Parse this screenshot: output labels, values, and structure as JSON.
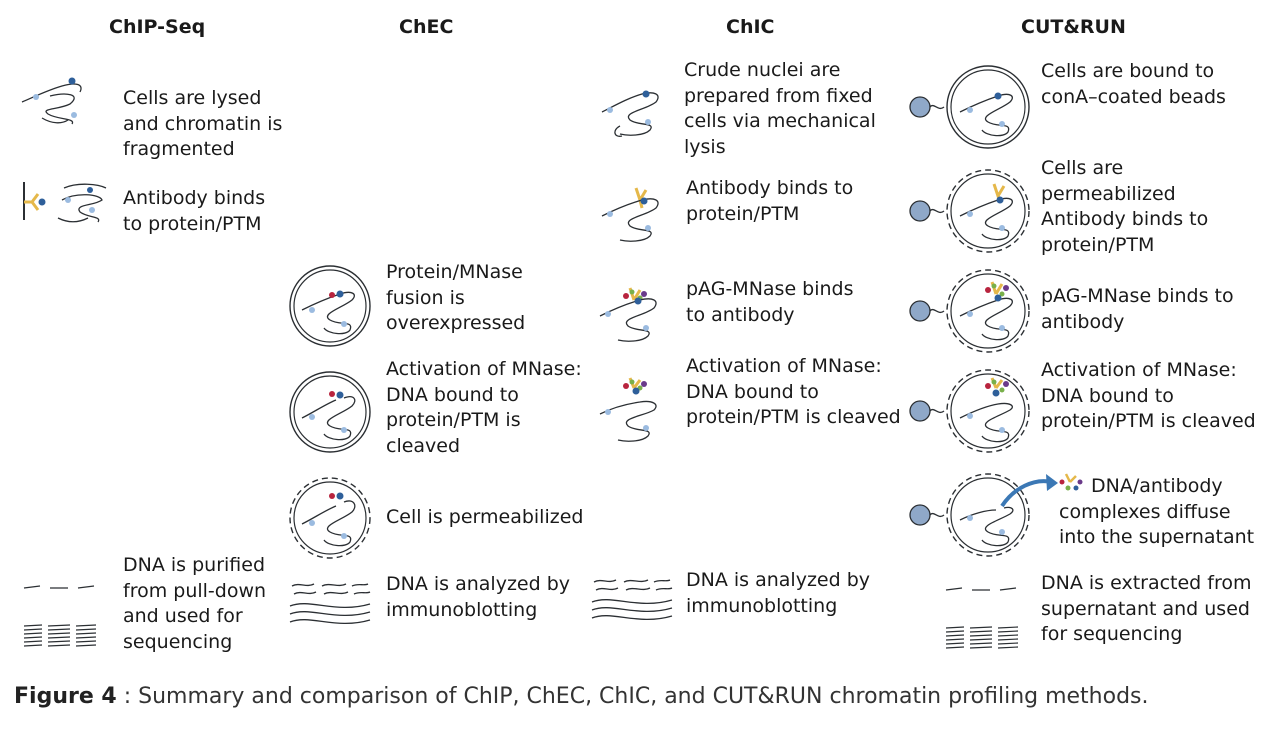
{
  "columns": [
    {
      "title": "ChIP-Seq",
      "steps": [
        {
          "lines": [
            "Cells are lysed",
            "and chromatin is",
            "fragmented"
          ]
        },
        {
          "lines": [
            "Antibody binds",
            "to protein/PTM"
          ]
        },
        {
          "lines": [
            "DNA is purified",
            "from pull-down",
            "and used for",
            "sequencing"
          ]
        }
      ]
    },
    {
      "title": "ChEC",
      "steps": [
        {
          "lines": [
            "Protein/MNase",
            "fusion is",
            "overexpressed"
          ]
        },
        {
          "lines": [
            "Activation of MNase:",
            "DNA bound to",
            "protein/PTM is",
            "cleaved"
          ]
        },
        {
          "lines": [
            "Cell is permeabilized"
          ]
        },
        {
          "lines": [
            "DNA is analyzed by",
            "immunoblotting"
          ]
        }
      ]
    },
    {
      "title": "ChIC",
      "steps": [
        {
          "lines": [
            "Crude nuclei are",
            "prepared from fixed",
            "cells via mechanical",
            "lysis"
          ]
        },
        {
          "lines": [
            "Antibody binds to",
            "protein/PTM"
          ]
        },
        {
          "lines": [
            "pAG-MNase binds",
            "to antibody"
          ]
        },
        {
          "lines": [
            "Activation of MNase:",
            "DNA bound to",
            "protein/PTM is cleaved"
          ]
        },
        {
          "lines": [
            "DNA is analyzed by",
            "immunoblotting"
          ]
        }
      ]
    },
    {
      "title": "CUT&RUN",
      "steps": [
        {
          "lines": [
            "Cells are bound to",
            "conA–coated beads"
          ]
        },
        {
          "lines": [
            "Cells are",
            "permeabilized",
            "Antibody binds to",
            "protein/PTM"
          ]
        },
        {
          "lines": [
            "pAG-MNase binds to",
            "antibody"
          ]
        },
        {
          "lines": [
            "Activation of MNase:",
            "DNA bound to",
            "protein/PTM is cleaved"
          ]
        },
        {
          "lines": [
            "DNA/antibody",
            "complexes diffuse",
            "into the supernatant"
          ]
        },
        {
          "lines": [
            "DNA is extracted from",
            "supernatant and used",
            "for sequencing"
          ]
        }
      ]
    }
  ],
  "caption": {
    "label": "Figure 4",
    "text": " : Summary and comparison of ChIP, ChEC, ChIC, and CUT&RUN chromatin profiling methods."
  },
  "colors": {
    "dna": "#2b2f33",
    "protein_dark": "#2e5f9a",
    "protein_light": "#9bbbe0",
    "antibody": "#e5b84a",
    "mnase_red": "#b8243e",
    "mnase_green": "#79b04a",
    "mnase_purple": "#6a3a8a",
    "bead": "#8fa8c8",
    "arrow": "#3b78b5"
  }
}
